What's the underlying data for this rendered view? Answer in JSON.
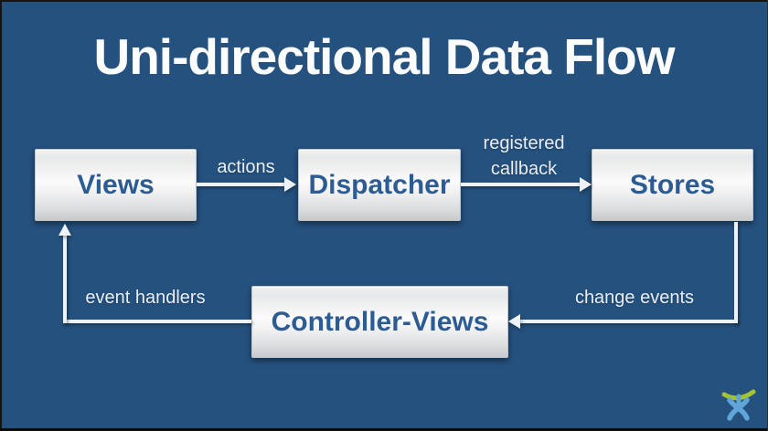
{
  "title": "Uni-directional Data Flow",
  "diagram": {
    "nodes": [
      {
        "id": "views",
        "label": "Views"
      },
      {
        "id": "dispatcher",
        "label": "Dispatcher"
      },
      {
        "id": "stores",
        "label": "Stores"
      },
      {
        "id": "controller-views",
        "label": "Controller-Views"
      }
    ],
    "edges": [
      {
        "from": "views",
        "to": "dispatcher",
        "label": "actions"
      },
      {
        "from": "dispatcher",
        "to": "stores",
        "label": "registered callback"
      },
      {
        "from": "stores",
        "to": "controller-views",
        "label": "change events"
      },
      {
        "from": "controller-views",
        "to": "views",
        "label": "event handlers"
      }
    ]
  },
  "branding": {
    "logo": "atlassian-charlie-logo"
  },
  "colors": {
    "background": "#25517e",
    "box_text": "#2d5c92",
    "box_face": "#f0f0f1",
    "arrow": "#eef2f6",
    "title_text": "#fbfcfd",
    "logo_blue": "#61a5d8",
    "logo_green": "#a6c334"
  }
}
